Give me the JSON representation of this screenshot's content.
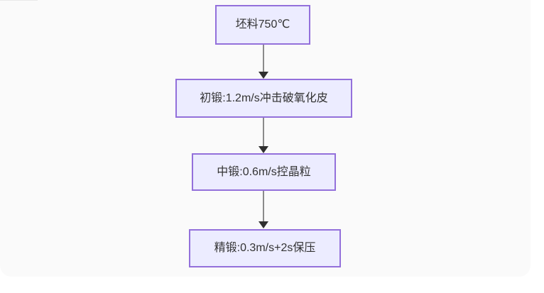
{
  "diagram": {
    "type": "flowchart",
    "direction": "top-down",
    "nodes": [
      {
        "id": "billet",
        "label": "坯料750℃"
      },
      {
        "id": "initial-forge",
        "label": "初锻:1.2m/s冲击破氧化皮"
      },
      {
        "id": "middle-forge",
        "label": "中锻:0.6m/s控晶粒"
      },
      {
        "id": "finish-forge",
        "label": "精锻:0.3m/s+2s保压"
      }
    ],
    "edges": [
      {
        "from": "billet",
        "to": "initial-forge"
      },
      {
        "from": "initial-forge",
        "to": "middle-forge"
      },
      {
        "from": "middle-forge",
        "to": "finish-forge"
      }
    ]
  },
  "colors": {
    "canvas_background": "#fafafa",
    "node_fill": "#ececff",
    "node_border": "#9370db",
    "node_text": "#333333",
    "arrow_line": "#8b8b8b",
    "arrowhead": "#2f2f2f"
  }
}
